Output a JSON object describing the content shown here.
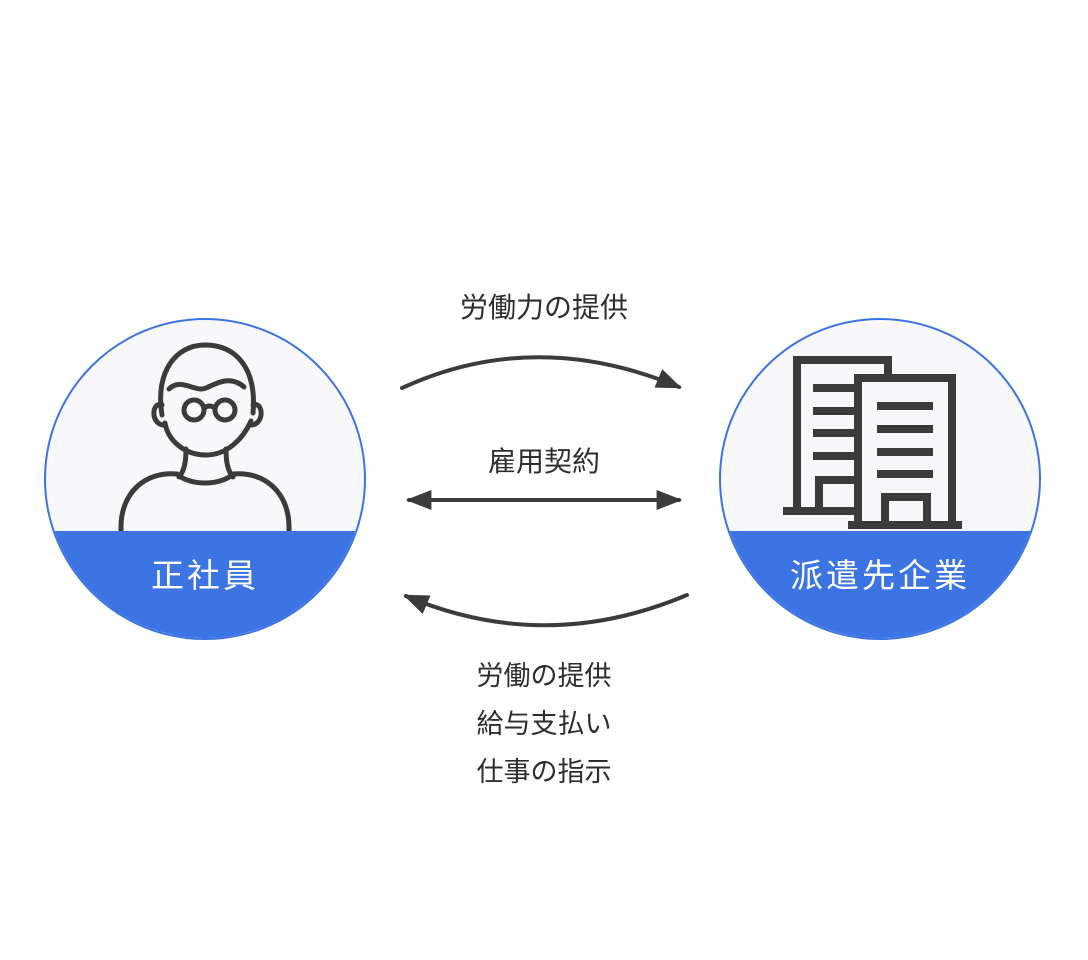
{
  "diagram": {
    "left_entity": {
      "label": "正社員",
      "icon": "person-icon"
    },
    "right_entity": {
      "label": "派遣先企業",
      "icon": "office-building-icon"
    },
    "arrows": {
      "top": {
        "label": "労働力の提供",
        "direction": "left-to-right"
      },
      "middle": {
        "label": "雇用契約",
        "direction": "bidirectional"
      },
      "bottom": {
        "direction": "right-to-left",
        "labels": [
          "労働の提供",
          "給与支払い",
          "仕事の指示"
        ]
      }
    },
    "colors": {
      "accent": "#3D74E3",
      "circle_fill": "#F8F8FA",
      "stroke_dark": "#3B3B3B",
      "text": "#2E2E2E",
      "band_text": "#FFFFFF",
      "bg": "#FFFFFF"
    }
  }
}
